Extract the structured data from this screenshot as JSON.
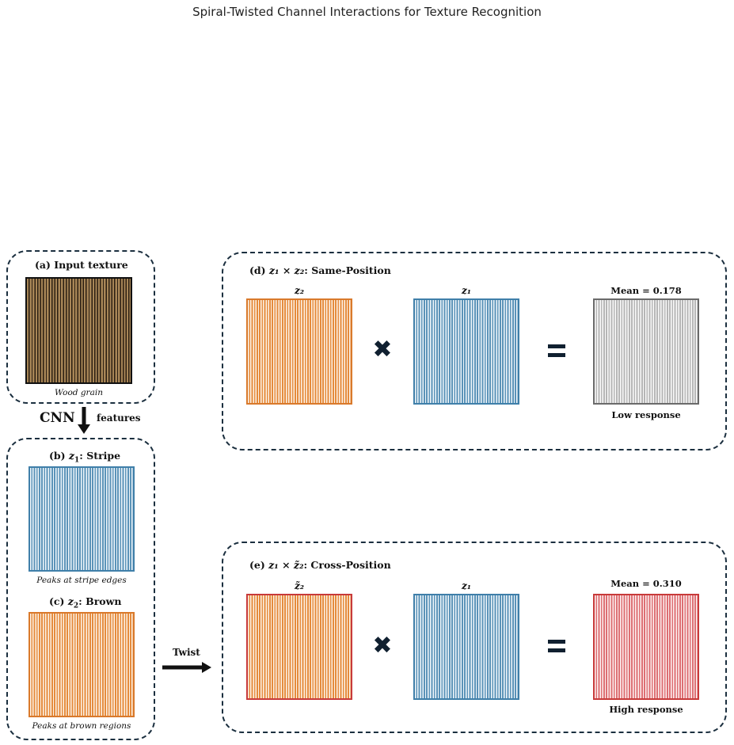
{
  "title": "Spiral-Twisted Channel Interactions for Texture Recognition",
  "panel_a": {
    "title": "(a) Input texture",
    "caption": "Wood grain"
  },
  "arrow_cnn": {
    "left": "CNN",
    "right": "features"
  },
  "panel_b": {
    "title_prefix": "(b) ",
    "var": "z",
    "sub": "1",
    "title_suffix": ": Stripe",
    "caption": "Peaks at stripe edges"
  },
  "panel_c": {
    "title_prefix": "(c) ",
    "var": "z",
    "sub": "2",
    "title_suffix": ": Brown",
    "caption": "Peaks at brown regions"
  },
  "twist_label": "Twist",
  "panel_d": {
    "title_prefix": "(d) ",
    "title_math": "z₁ × z₂",
    "title_suffix": ": Same-Position",
    "left_label": "z₂",
    "mid_label": "z₁",
    "operator": "✖",
    "result_top": "Mean = 0.178",
    "result_bottom": "Low response"
  },
  "panel_e": {
    "title_prefix": "(e) ",
    "title_math": "z₁ × z̃₂",
    "title_suffix": ": Cross-Position",
    "left_label": "z̃₂",
    "mid_label": "z₁",
    "operator": "✖",
    "result_top": "Mean = 0.310",
    "result_bottom": "High response"
  },
  "colors": {
    "dash": "#1b2f3f",
    "stripe": "#3f7fa9",
    "brown": "#d9792b",
    "response_low": "#6a6a6a",
    "response_high": "#c83a3a"
  }
}
